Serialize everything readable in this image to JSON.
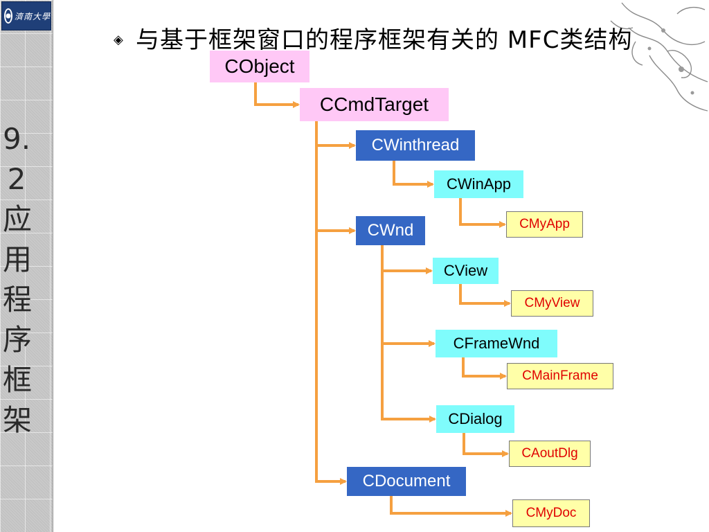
{
  "logo": {
    "text": "濟南大學"
  },
  "sidebar": {
    "section_title": [
      "9.",
      "2",
      "应",
      "用",
      "程",
      "序",
      "框",
      "架"
    ]
  },
  "heading": {
    "bullet": "◈",
    "text": "与基于框架窗口的程序框架有关的 MFC类结构"
  },
  "diagram": {
    "nodes": {
      "cobject": "CObject",
      "ccmdtarget": "CCmdTarget",
      "cwinthread": "CWinthread",
      "cwinapp": "CWinApp",
      "cmyapp": "CMyApp",
      "cwnd": "CWnd",
      "cview": "CView",
      "cmyview": "CMyView",
      "cframewnd": "CFrameWnd",
      "cmainframe": "CMainFrame",
      "cdialog": "CDialog",
      "caoutdlg": "CAoutDlg",
      "cdocument": "CDocument",
      "cmydoc": "CMyDoc"
    },
    "edges": [
      [
        "cobject",
        "ccmdtarget"
      ],
      [
        "ccmdtarget",
        "cwinthread"
      ],
      [
        "ccmdtarget",
        "cwnd"
      ],
      [
        "ccmdtarget",
        "cdocument"
      ],
      [
        "cwinthread",
        "cwinapp"
      ],
      [
        "cwinapp",
        "cmyapp"
      ],
      [
        "cwnd",
        "cview"
      ],
      [
        "cwnd",
        "cframewnd"
      ],
      [
        "cwnd",
        "cdialog"
      ],
      [
        "cview",
        "cmyview"
      ],
      [
        "cframewnd",
        "cmainframe"
      ],
      [
        "cdialog",
        "caoutdlg"
      ],
      [
        "cdocument",
        "cmydoc"
      ]
    ],
    "colors": {
      "connector": "#f5a040",
      "base_class": "#ffc8f6",
      "mfc_class": "#3567c4",
      "app_base_class": "#7ffcfc",
      "user_class": "#ffffa8",
      "user_class_text": "#e00000"
    }
  }
}
